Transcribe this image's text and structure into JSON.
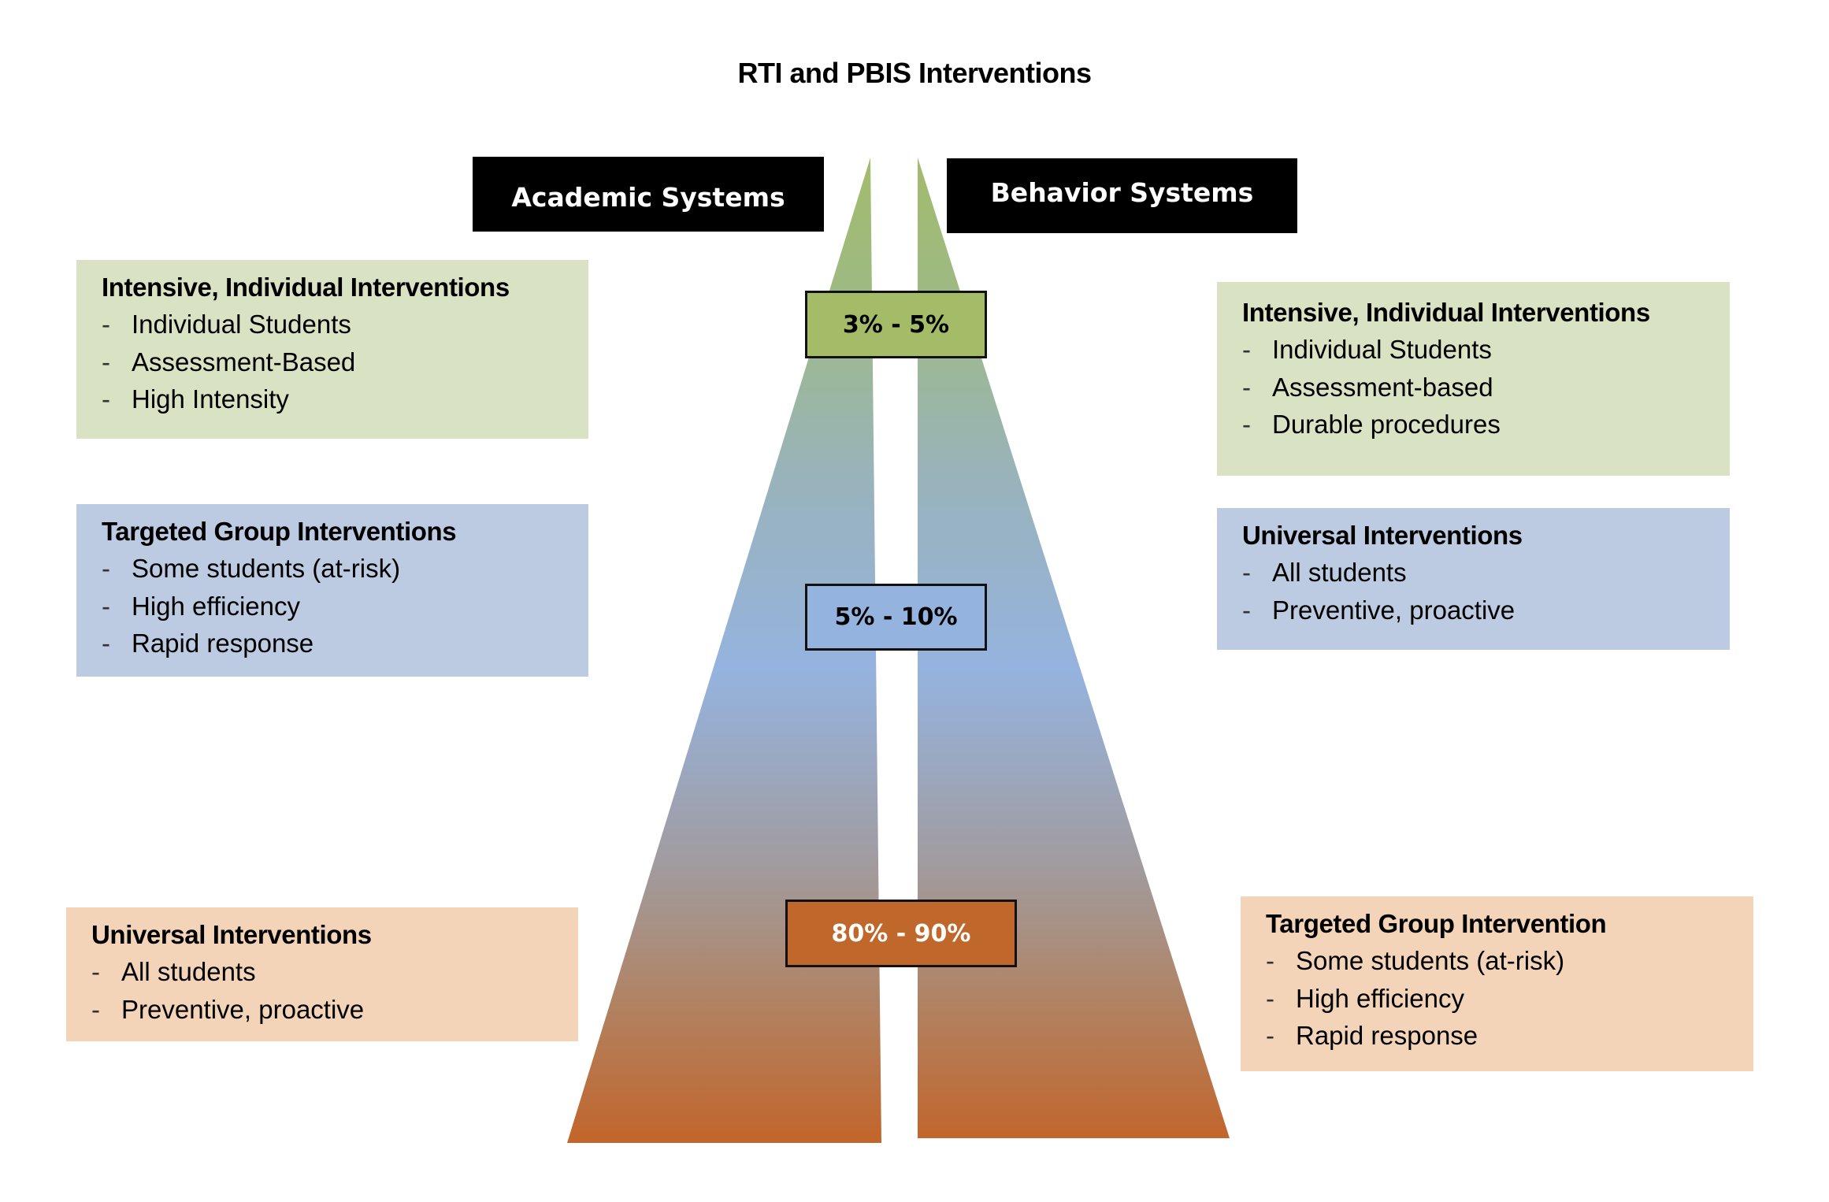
{
  "title": "RTI and PBIS Interventions",
  "colors": {
    "top_tier": "#a4bb67",
    "middle_tier": "#95b3df",
    "bottom_tier": "#c0672b",
    "green_box": "#d9e2c2",
    "blue_box": "#bccbe1",
    "peach_box": "#f4d4b8",
    "header_box": "#000000"
  },
  "academic": {
    "header": "Academic Systems",
    "boxes": [
      {
        "heading": "Intensive, Individual Interventions",
        "items": [
          "Individual Students",
          "Assessment-Based",
          "High Intensity"
        ]
      },
      {
        "heading": "Targeted Group Interventions",
        "items": [
          "Some students (at-risk)",
          "High efficiency",
          "Rapid response"
        ]
      },
      {
        "heading": "Universal Interventions",
        "items": [
          "All students",
          "Preventive, proactive"
        ]
      }
    ]
  },
  "behavior": {
    "header": "Behavior Systems",
    "boxes": [
      {
        "heading": "Intensive, Individual Interventions",
        "items": [
          "Individual Students",
          "Assessment-based",
          "Durable procedures"
        ]
      },
      {
        "heading": "Universal Interventions",
        "items": [
          "All students",
          "Preventive, proactive"
        ]
      },
      {
        "heading": "Targeted Group Intervention",
        "items": [
          "Some students (at-risk)",
          "High efficiency",
          "Rapid response"
        ]
      }
    ]
  },
  "tiers": [
    {
      "label": "3% - 5%"
    },
    {
      "label": "5% - 10%"
    },
    {
      "label": "80% - 90%"
    }
  ],
  "bullet": "-"
}
